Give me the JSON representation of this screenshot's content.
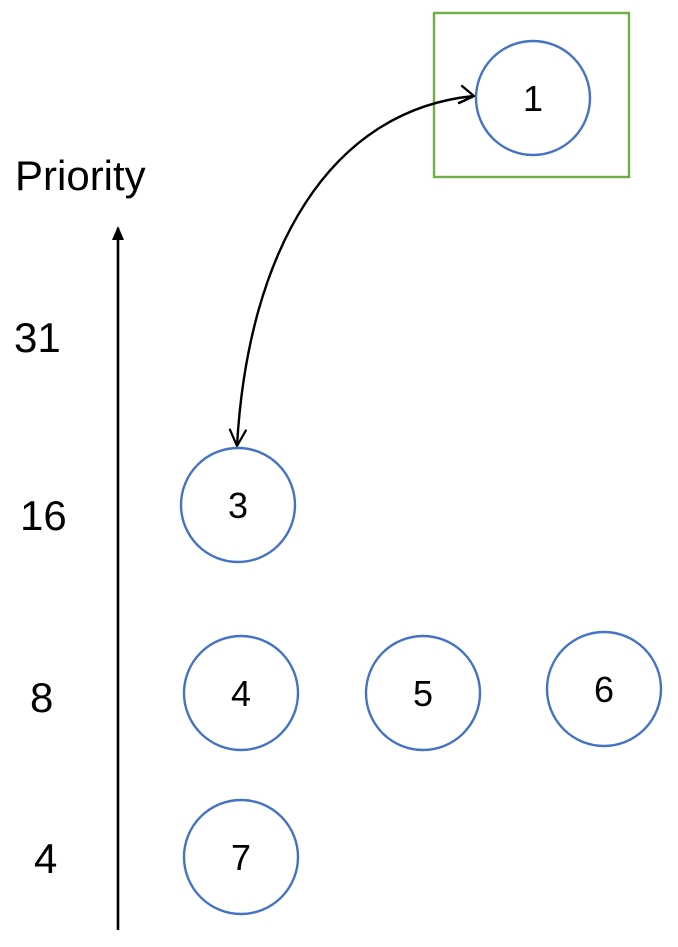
{
  "axis": {
    "label": "Priority",
    "ticks": [
      "31",
      "16",
      "8",
      "4"
    ]
  },
  "nodes": [
    {
      "id": "1",
      "label": "1",
      "selected": true
    },
    {
      "id": "3",
      "label": "3"
    },
    {
      "id": "4",
      "label": "4"
    },
    {
      "id": "5",
      "label": "5"
    },
    {
      "id": "6",
      "label": "6"
    },
    {
      "id": "7",
      "label": "7"
    }
  ],
  "edges": [
    {
      "from": "1",
      "to": "3",
      "direction": "bidirectional"
    }
  ],
  "colors": {
    "node_stroke": "#4472C4",
    "highlight_box": "#70AD47",
    "axis": "#000000",
    "text": "#000000"
  }
}
